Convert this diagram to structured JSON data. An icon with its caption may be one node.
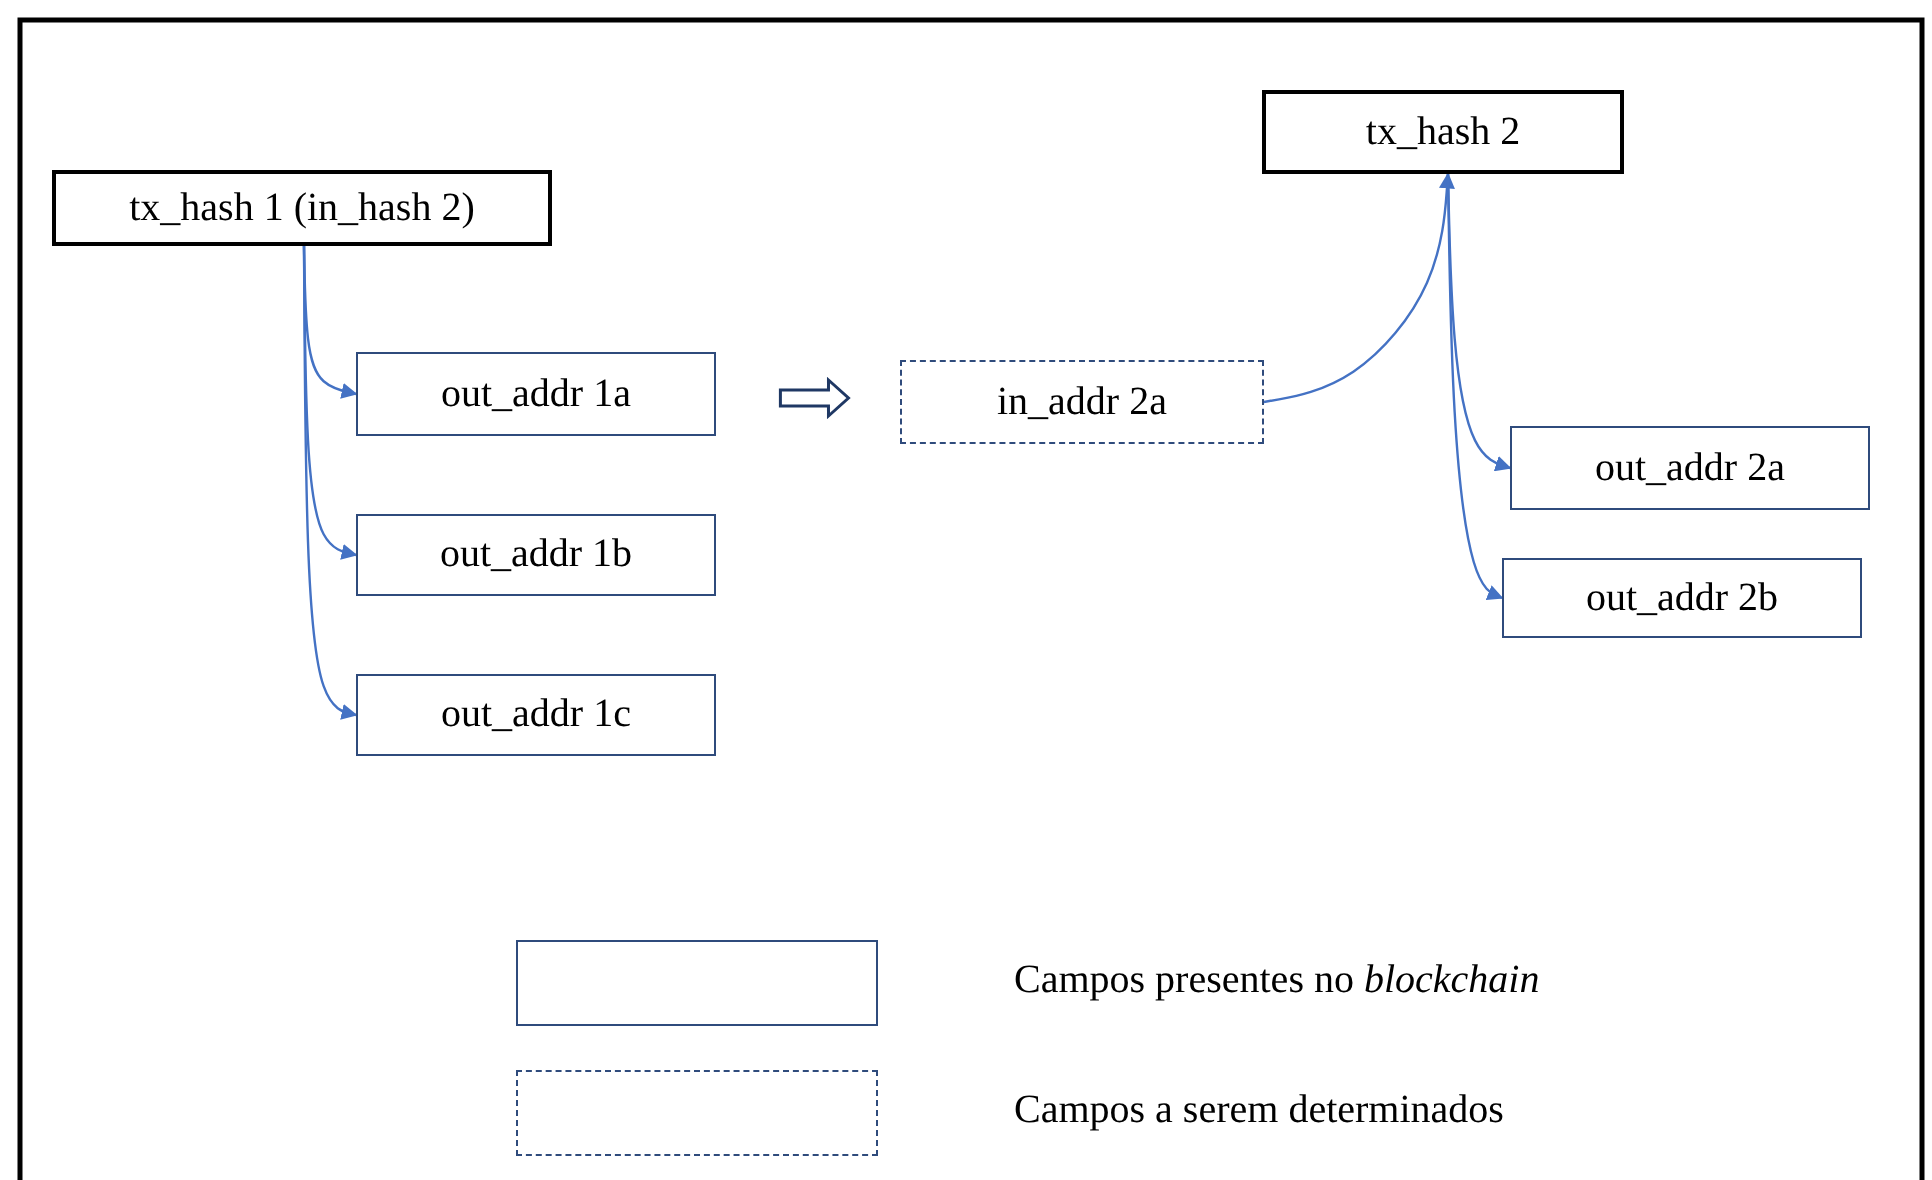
{
  "diagram": {
    "nodes": [
      {
        "text": [
          "tx_hash 1 (in_hash 2)"
        ]
      },
      {
        "text": [
          "out_addr 1a"
        ]
      },
      {
        "text": [
          "out_addr 1b"
        ]
      },
      {
        "text": [
          "out_addr 1c"
        ]
      },
      {
        "text": [
          "in_addr 2a"
        ]
      },
      {
        "text": [
          "tx_hash 2"
        ]
      },
      {
        "text": [
          "out_addr 2a"
        ]
      },
      {
        "text": [
          "out_addr 2b"
        ]
      }
    ],
    "edges": [
      {
        "from": 0,
        "to": 1,
        "arrow": "to"
      },
      {
        "from": 0,
        "to": 2,
        "arrow": "to"
      },
      {
        "from": 0,
        "to": 3,
        "arrow": "to"
      },
      {
        "from": 1,
        "to": 4,
        "arrow": "to",
        "style": "thick"
      },
      {
        "from": 4,
        "to": 5,
        "arrow": "to"
      },
      {
        "from": 5,
        "to": 6,
        "arrow": "to"
      },
      {
        "from": 5,
        "to": 7,
        "arrow": "to"
      }
    ],
    "legend": [
      {
        "text": "Campos presentes no *blockchain*"
      },
      {
        "text": "Campos a serem determinados"
      }
    ]
  }
}
